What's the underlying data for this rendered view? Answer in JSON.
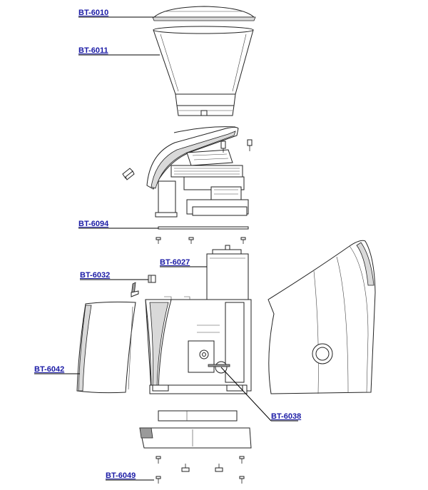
{
  "diagram": {
    "labels": [
      {
        "id": "bt-6010",
        "text": "BT-6010"
      },
      {
        "id": "bt-6011",
        "text": "BT-6011"
      },
      {
        "id": "bt-6094",
        "text": "BT-6094"
      },
      {
        "id": "bt-6027",
        "text": "BT-6027"
      },
      {
        "id": "bt-6032",
        "text": "BT-6032"
      },
      {
        "id": "bt-6042",
        "text": "BT-6042"
      },
      {
        "id": "bt-6038",
        "text": "BT-6038"
      },
      {
        "id": "bt-6049",
        "text": "BT-6049"
      }
    ]
  },
  "colors": {
    "link": "#1a1aa6",
    "line": "#000000",
    "shade": "#d9d9d9"
  }
}
